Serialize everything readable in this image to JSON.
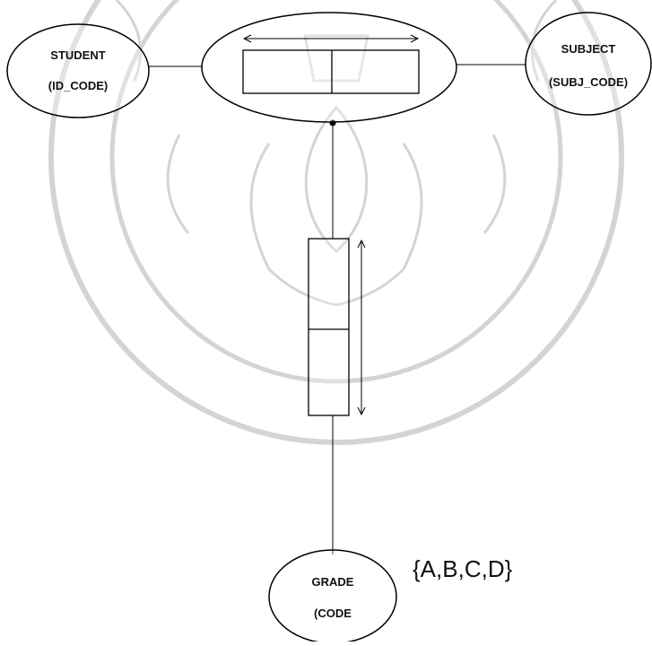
{
  "diagram": {
    "entities": {
      "student": {
        "name": "STUDENT",
        "key": "(ID_CODE)"
      },
      "subject": {
        "name": "SUBJECT",
        "key": "(SUBJ_CODE)"
      },
      "grade": {
        "name": "GRADE",
        "key": "(CODE"
      }
    },
    "grade_domain": "{A,B,C,D}",
    "watermark": {
      "present": true,
      "kind": "university-seal"
    }
  }
}
